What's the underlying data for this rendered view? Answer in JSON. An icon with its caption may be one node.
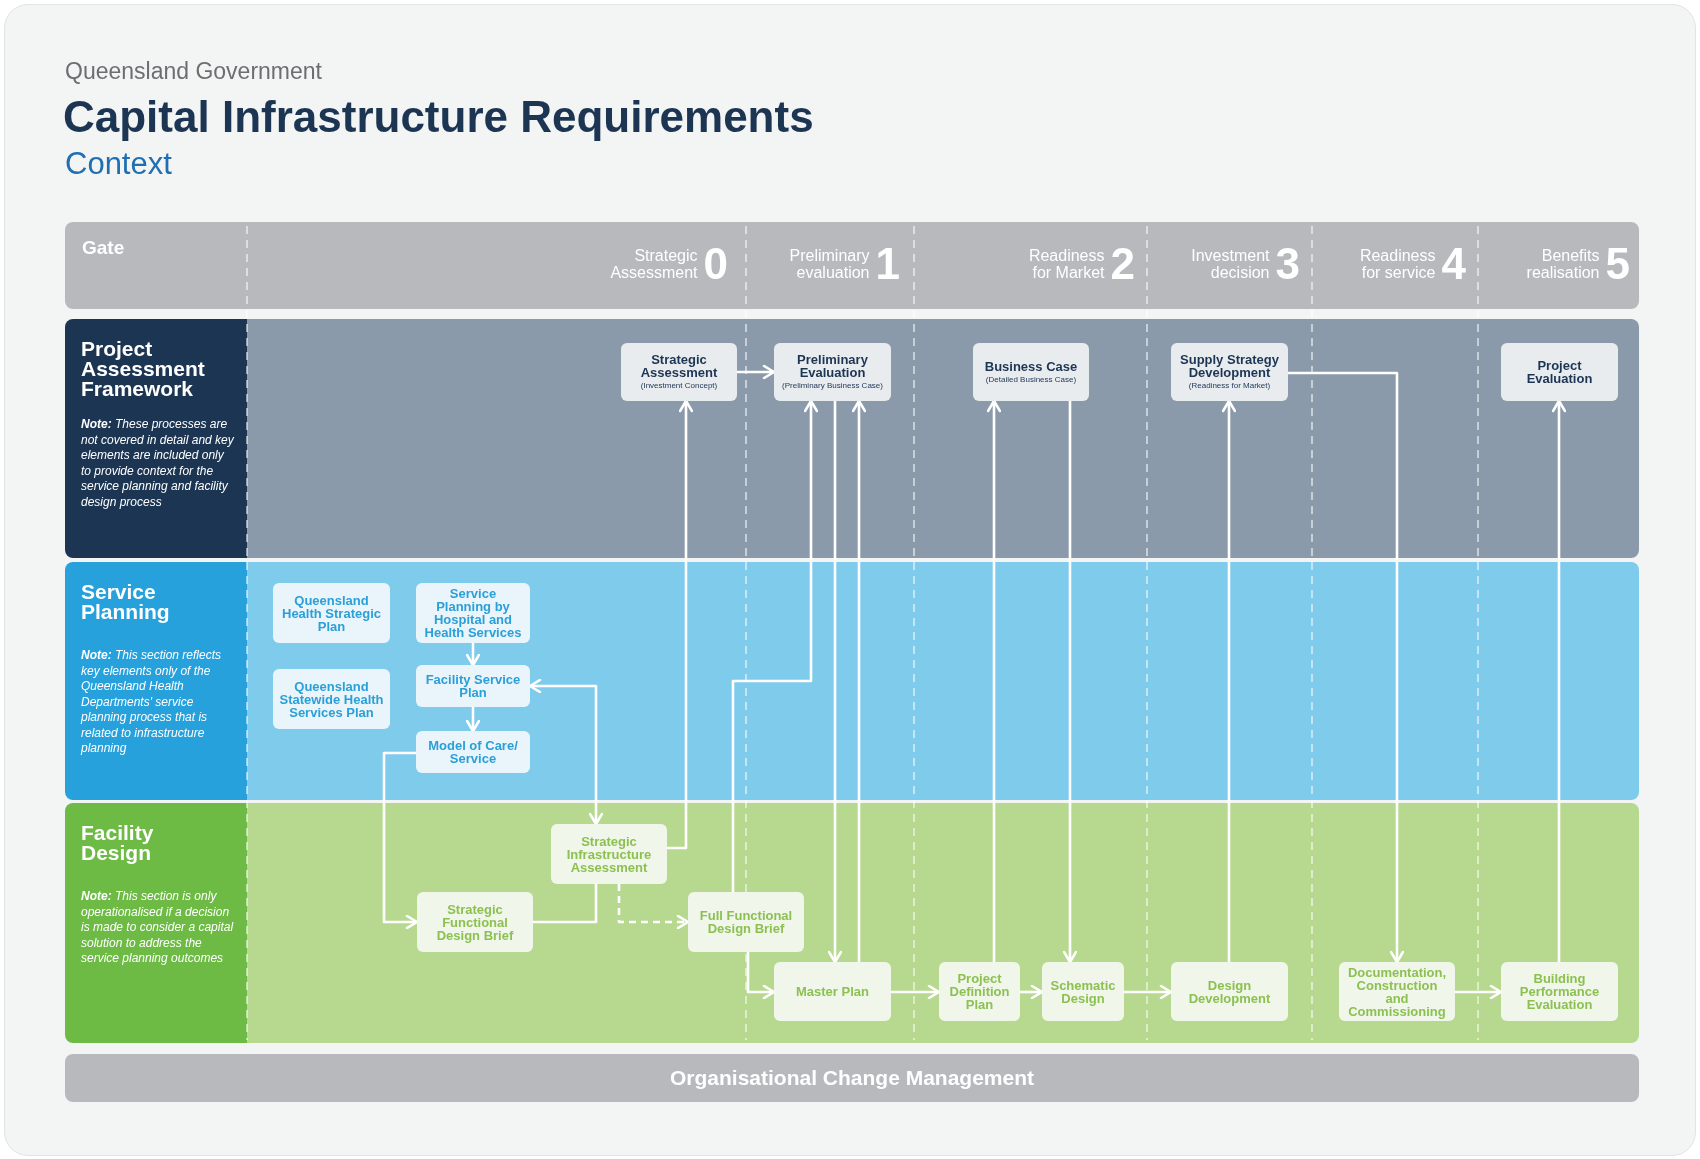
{
  "diagram": {
    "title": "Capital Infrastructure Requirements",
    "nodes": [
      {
        "text": [
          "Gate",
          "Strategic Assessment",
          "0",
          "Preliminary evaluation",
          "1",
          "Readiness for Market",
          "2",
          "Investment decision",
          "3",
          "Readiness for service",
          "4",
          "Benefits realisation",
          "5"
        ]
      },
      {
        "text": [
          "Project Assessment Framework",
          "**Note:** These processes are not covered in detail and key elements are included only to provide context for the service planning and facility design process"
        ]
      },
      {
        "text": [
          "Strategic Assessment",
          "(Investment Concept)"
        ],
        "in": 1
      },
      {
        "text": [
          "Preliminary Evaluation",
          "(Preliminary Business Case)"
        ],
        "in": 1
      },
      {
        "text": [
          "Business Case",
          "(Detailed Business Case)"
        ],
        "in": 1
      },
      {
        "text": [
          "Supply Strategy Development",
          "(Readiness for Market)"
        ],
        "in": 1
      },
      {
        "text": [
          "Project Evaluation"
        ],
        "in": 1
      },
      {
        "text": [
          "Service Planning",
          "**Note:** This section reflects key elements only of the Queensland Health Departments' service planning process that is related to infrastructure planning"
        ]
      },
      {
        "text": [
          "Queensland Health Strategic Plan"
        ],
        "in": 7
      },
      {
        "text": [
          "Service Planning by Hospital and Health Services"
        ],
        "in": 7
      },
      {
        "text": [
          "Queensland Statewide Health Services Plan"
        ],
        "in": 7
      },
      {
        "text": [
          "Facility Service Plan"
        ],
        "in": 7
      },
      {
        "text": [
          "Model of Care/ Service"
        ],
        "in": 7
      },
      {
        "text": [
          "Facility Design",
          "**Note:** This section is only operationalised if a decision is made to consider a capital solution to address the service planning outcomes"
        ]
      },
      {
        "text": [
          "Strategic Infrastructure Assessment"
        ],
        "in": 13
      },
      {
        "text": [
          "Strategic Functional Design Brief"
        ],
        "in": 13
      },
      {
        "text": [
          "Full Functional Design Brief"
        ],
        "in": 13
      },
      {
        "text": [
          "Master Plan"
        ],
        "in": 13
      },
      {
        "text": [
          "Project Definition Plan"
        ],
        "in": 13
      },
      {
        "text": [
          "Schematic Design"
        ],
        "in": 13
      },
      {
        "text": [
          "Design Development"
        ],
        "in": 13
      },
      {
        "text": [
          "Documentation, Construction and Commissioning"
        ],
        "in": 13
      },
      {
        "text": [
          "Building Performance Evaluation"
        ],
        "in": 13
      },
      {
        "text": [
          "Organisational Change Management"
        ]
      }
    ],
    "edges": [
      {
        "from": 2,
        "to": 3,
        "arrow": "to"
      },
      {
        "from": 14,
        "to": 2,
        "arrow": "to"
      },
      {
        "from": 16,
        "to": 3,
        "arrow": "to"
      },
      {
        "from": 3,
        "to": 17,
        "arrow": "to"
      },
      {
        "from": 17,
        "to": 3,
        "arrow": "to"
      },
      {
        "from": 9,
        "to": 11,
        "arrow": "to"
      },
      {
        "from": 11,
        "to": 12,
        "arrow": "to"
      },
      {
        "from": 12,
        "to": 15,
        "arrow": "to"
      },
      {
        "from": 15,
        "to": 14,
        "arrow": "none"
      },
      {
        "from": 11,
        "to": 14,
        "arrow": "both"
      },
      {
        "from": 14,
        "to": 16,
        "arrow": "to",
        "style": "dashed"
      },
      {
        "from": 16,
        "to": 17,
        "arrow": "to"
      },
      {
        "from": 17,
        "to": 18,
        "arrow": "to"
      },
      {
        "from": 18,
        "to": 19,
        "arrow": "to"
      },
      {
        "from": 19,
        "to": 20,
        "arrow": "to"
      },
      {
        "from": 21,
        "to": 22,
        "arrow": "to"
      },
      {
        "from": 18,
        "to": 4,
        "arrow": "to"
      },
      {
        "from": 4,
        "to": 19,
        "arrow": "to"
      },
      {
        "from": 20,
        "to": 5,
        "arrow": "to"
      },
      {
        "from": 5,
        "to": 21,
        "arrow": "to"
      },
      {
        "from": 22,
        "to": 6,
        "arrow": "to"
      }
    ],
    "labels": [
      "Queensland Government",
      "Context"
    ]
  }
}
